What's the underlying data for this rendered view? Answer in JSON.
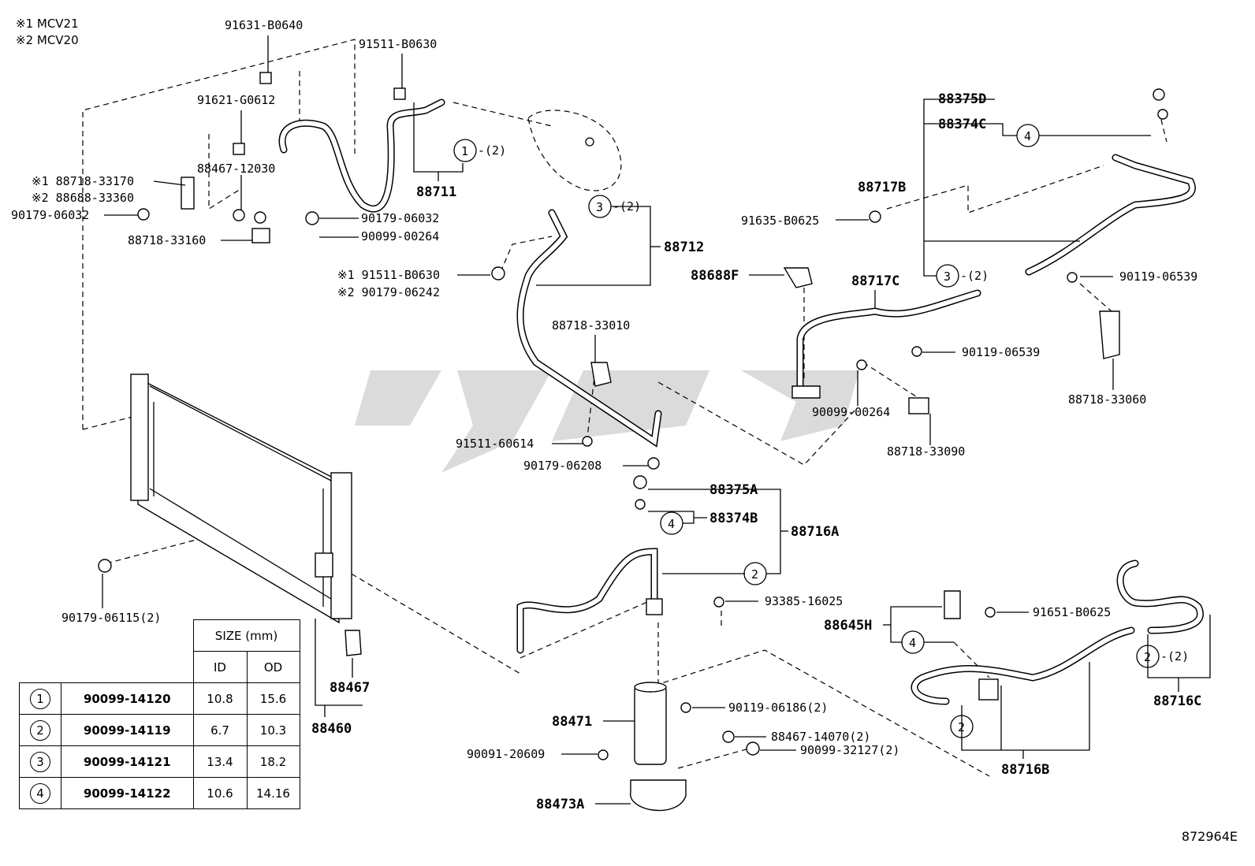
{
  "legend": {
    "mcv21": "※1  MCV21",
    "mcv20": "※2  MCV20"
  },
  "parts": [
    "91631-B0640",
    "91511-B0630",
    "91621-G0612",
    "88467-12030",
    "88711",
    "※1 88718-33170",
    "※2 88688-33360",
    "90179-06032",
    "90179-06032",
    "90099-00264",
    "88718-33160",
    "88712",
    "※1 91511-B0630",
    "※2 90179-06242",
    "88718-33010",
    "91511-60614",
    "90179-06208",
    "88375D",
    "88374C",
    "88717B",
    "91635-B0625",
    "88688F",
    "88717C",
    "90119-06539",
    "90119-06539",
    "90099-00264",
    "88718-33090",
    "88718-33060",
    "88375A",
    "88374B",
    "88716A",
    "93385-16025",
    "88645H",
    "91651-B0625",
    "88716C",
    "88716B",
    "90179-06115(2)",
    "88467",
    "88460",
    "88471",
    "90119-06186(2)",
    "88467-14070(2)",
    "90099-32127(2)",
    "90091-20609",
    "88473A"
  ],
  "callouts": [
    "1",
    "3",
    "3",
    "4",
    "4",
    "2",
    "4",
    "2",
    "2"
  ],
  "callout_qty": [
    "-(2)",
    "-(2)",
    "-(2)",
    "-(2)"
  ],
  "size_table": {
    "header": "SIZE (mm)",
    "cols": [
      "ID",
      "OD"
    ],
    "rows": [
      {
        "no": "1",
        "part": "90099-14120",
        "id": "10.8",
        "od": "15.6"
      },
      {
        "no": "2",
        "part": "90099-14119",
        "id": "6.7",
        "od": "10.3"
      },
      {
        "no": "3",
        "part": "90099-14121",
        "id": "13.4",
        "od": "18.2"
      },
      {
        "no": "4",
        "part": "90099-14122",
        "id": "10.6",
        "od": "14.16"
      }
    ]
  },
  "ref_code": "872964E"
}
